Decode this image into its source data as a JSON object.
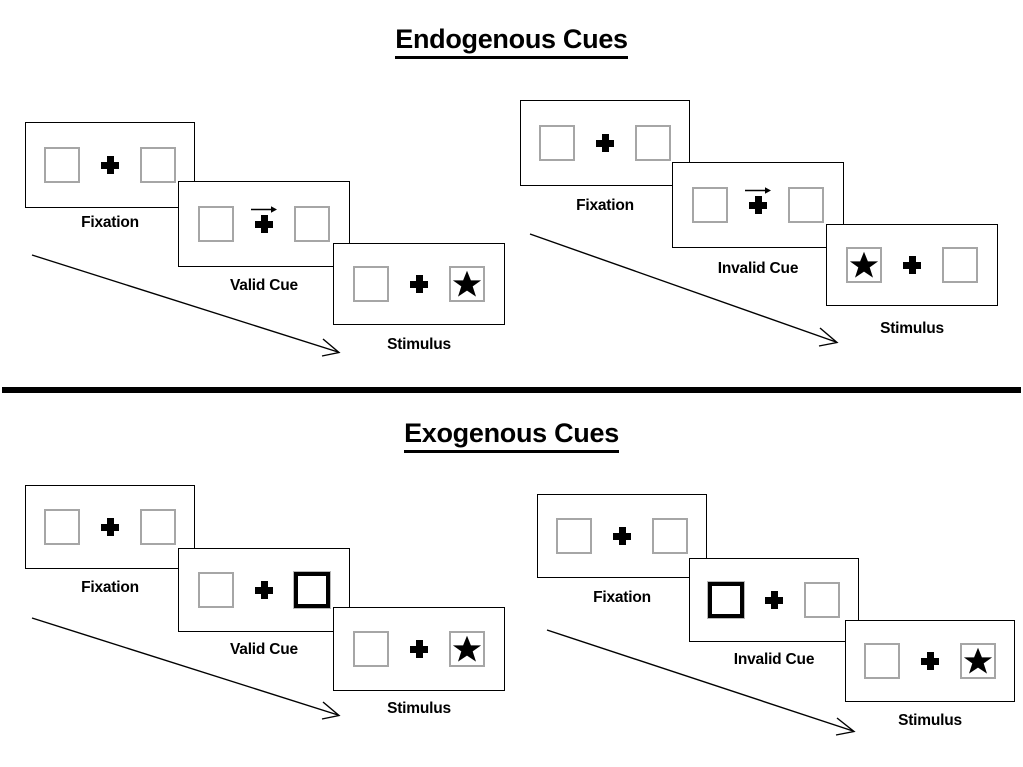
{
  "sections": [
    {
      "id": "endogenous",
      "title": "Endogenous Cues",
      "cue_type": "arrow",
      "columns": [
        {
          "id": "endogenous-valid",
          "cue_label": "Valid Cue",
          "frames": [
            {
              "label": "Fixation",
              "left_box": "empty",
              "right_box": "empty",
              "cue": "none"
            },
            {
              "label": "Valid Cue",
              "left_box": "empty",
              "right_box": "empty",
              "cue": "arrow-right"
            },
            {
              "label": "Stimulus",
              "left_box": "empty",
              "right_box": "star",
              "cue": "none"
            }
          ]
        },
        {
          "id": "endogenous-invalid",
          "cue_label": "Invalid Cue",
          "frames": [
            {
              "label": "Fixation",
              "left_box": "empty",
              "right_box": "empty",
              "cue": "none"
            },
            {
              "label": "Invalid Cue",
              "left_box": "empty",
              "right_box": "empty",
              "cue": "arrow-right"
            },
            {
              "label": "Stimulus",
              "left_box": "star",
              "right_box": "empty",
              "cue": "none"
            }
          ]
        }
      ]
    },
    {
      "id": "exogenous",
      "title": "Exogenous Cues",
      "cue_type": "box-highlight",
      "columns": [
        {
          "id": "exogenous-valid",
          "cue_label": "Valid Cue",
          "frames": [
            {
              "label": "Fixation",
              "left_box": "empty",
              "right_box": "empty",
              "cue": "none"
            },
            {
              "label": "Valid Cue",
              "left_box": "empty",
              "right_box": "bold",
              "cue": "none"
            },
            {
              "label": "Stimulus",
              "left_box": "empty",
              "right_box": "star",
              "cue": "none"
            }
          ]
        },
        {
          "id": "exogenous-invalid",
          "cue_label": "Invalid Cue",
          "frames": [
            {
              "label": "Fixation",
              "left_box": "empty",
              "right_box": "empty",
              "cue": "none"
            },
            {
              "label": "Invalid Cue",
              "left_box": "bold",
              "right_box": "empty",
              "cue": "none"
            },
            {
              "label": "Stimulus",
              "left_box": "empty",
              "right_box": "star",
              "cue": "none"
            }
          ]
        }
      ]
    }
  ],
  "icons": {
    "fixation_cross": "plus-icon",
    "star": "star-icon",
    "cue_arrow": "arrow-right-icon",
    "time_flow": "diagonal-arrow-icon"
  },
  "colors": {
    "ink": "#000000",
    "box_outline": "#a6a6a6",
    "frame_outline": "#000000",
    "background": "#ffffff"
  }
}
